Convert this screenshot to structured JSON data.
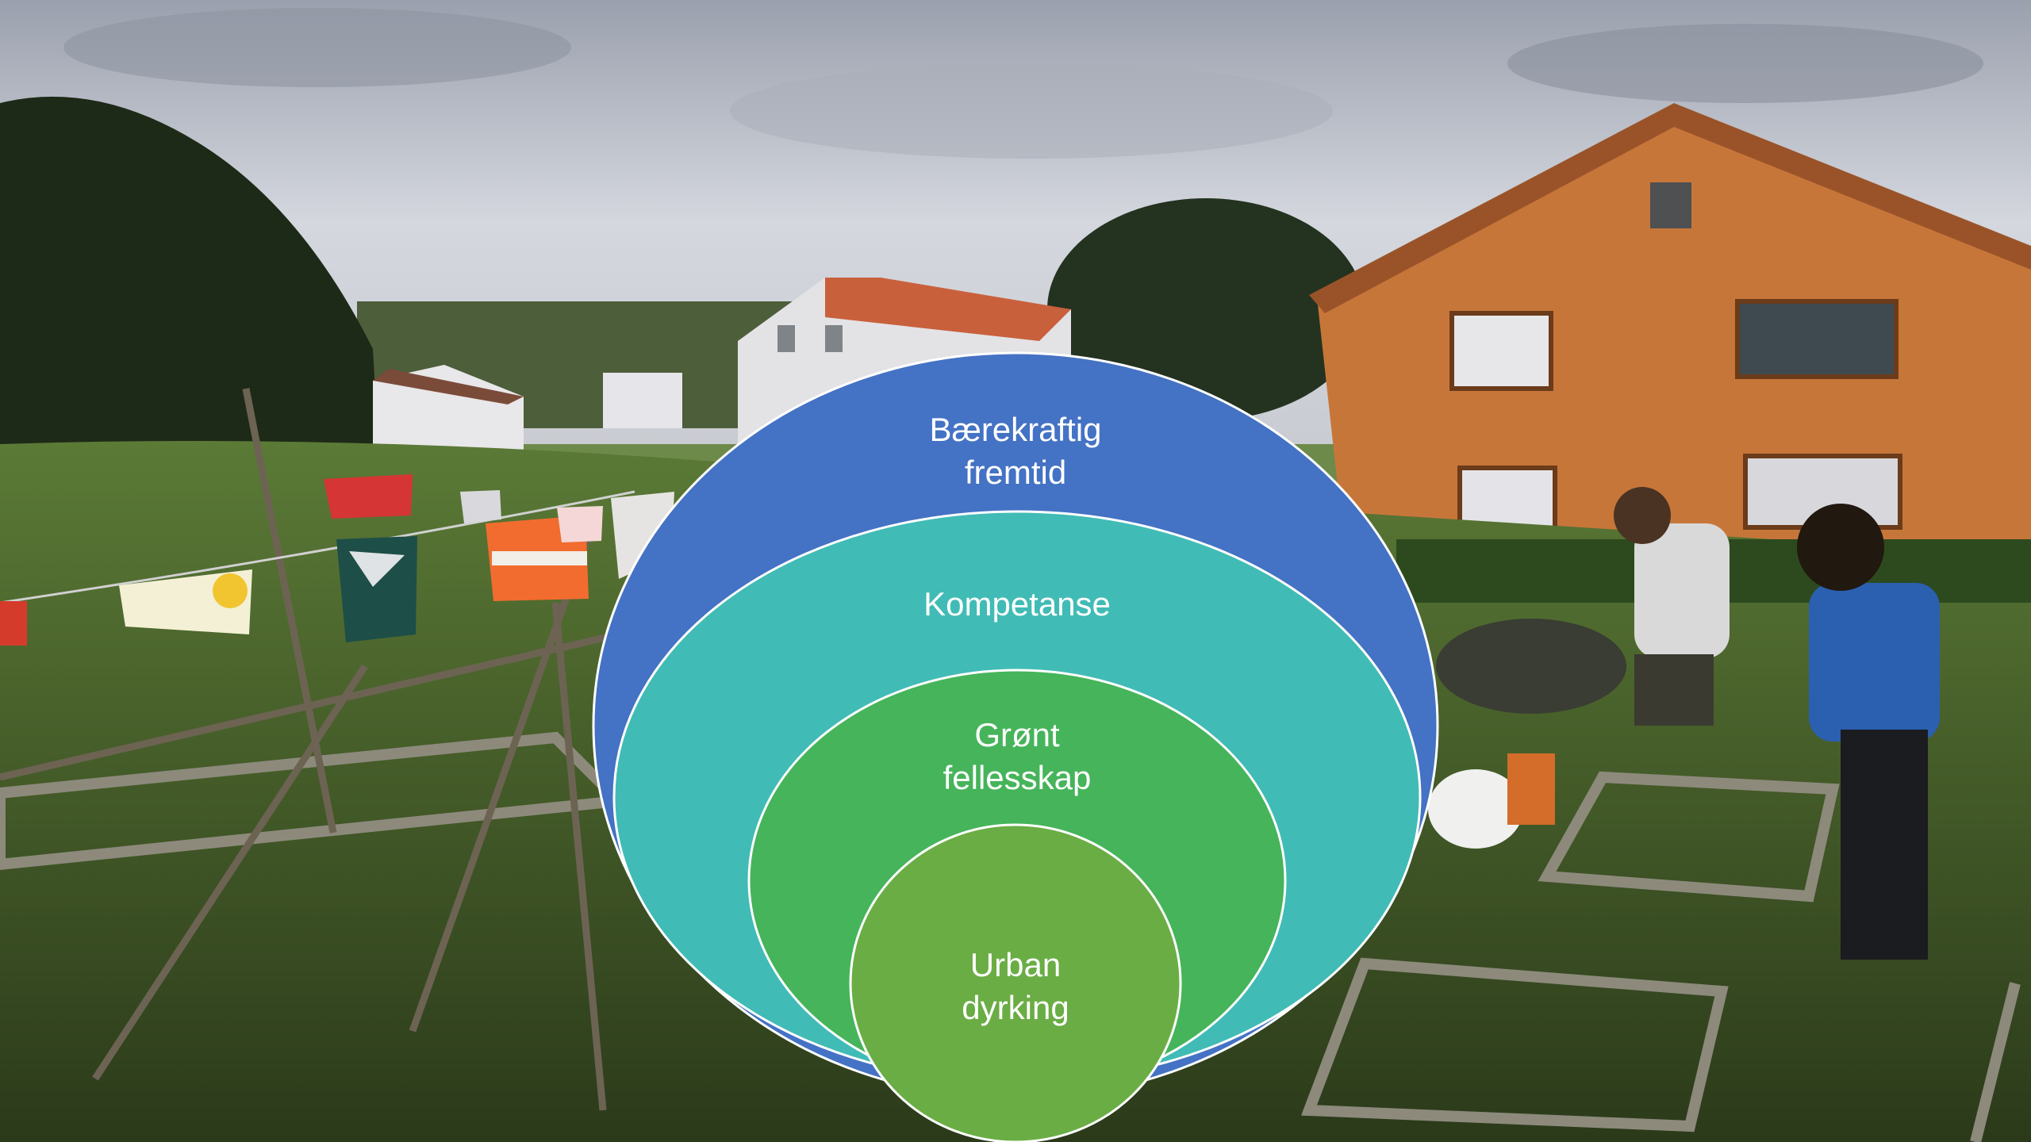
{
  "diagram": {
    "type": "nested-circles",
    "layers": [
      {
        "label": "Bærekraftig\nfremtid",
        "color": "#4472c4"
      },
      {
        "label": "Kompetanse",
        "color": "#41bbb5"
      },
      {
        "label": "Grønt\nfellesskap",
        "color": "#46b45a"
      },
      {
        "label": "Urban\ndyrking",
        "color": "#6aad45"
      }
    ]
  }
}
